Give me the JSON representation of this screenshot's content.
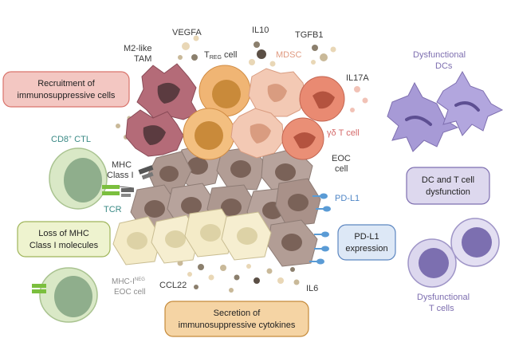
{
  "labels": {
    "m2_tam": "M2-like",
    "m2_tam_2": "TAM",
    "vegfa": "VEGFA",
    "treg": "T",
    "treg_sub": "REG",
    "treg_suffix": " cell",
    "il10": "IL10",
    "tgfb1": "TGFB1",
    "mdsc": "MDSC",
    "il17a": "IL17A",
    "gd_t_cell": "γδ T cell",
    "cd8_ctl": "CD8",
    "cd8_sup": "+",
    "cd8_suffix": " CTL",
    "mhc_class_i_1": "MHC",
    "mhc_class_i_2": "Class I",
    "tcr": "TCR",
    "eoc_cell_1": "EOC",
    "eoc_cell_2": "cell",
    "pd_l1": "PD-L1",
    "mhc_neg_1": "MHC-I",
    "mhc_neg_sup": "NEG",
    "mhc_neg_2": "EOC cell",
    "ccl22": "CCL22",
    "il6": "IL6",
    "dysfunctional_dcs_1": "Dysfunctional",
    "dysfunctional_dcs_2": "DCs",
    "dysfunctional_t_1": "Dysfunctional",
    "dysfunctional_t_2": "T cells"
  },
  "boxes": {
    "recruitment_1": "Recruitment of",
    "recruitment_2": "immunosuppressive cells",
    "loss_mhc_1": "Loss of MHC",
    "loss_mhc_2": "Class I molecules",
    "pd_l1_expr_1": "PD-L1",
    "pd_l1_expr_2": "expression",
    "dc_t_dysf_1": "DC and T cell",
    "dc_t_dysf_2": "dysfunction",
    "secretion_1": "Secretion of",
    "secretion_2": "immunosuppressive cytokines"
  },
  "colors": {
    "recruitment_box": "#f3c7c2",
    "recruitment_border": "#d9736b",
    "loss_box": "#eef3cf",
    "loss_border": "#9fb55a",
    "pdl1_box": "#dde8f6",
    "pdl1_border": "#5c86c0",
    "dc_box": "#ddd8ee",
    "dc_border": "#7e6fb0",
    "secretion_box": "#f5d4a4",
    "secretion_border": "#c58a3a",
    "tumor_cell": "#b7a39c",
    "tumor_nucleus": "#7a6258",
    "mhc_neg_cell": "#f4ebc8",
    "ctl_cell": "#d9e8c6",
    "ctl_nucleus": "#8fae8c",
    "treg": "#f0b574",
    "mdsc": "#f3c9b4",
    "gd_t": "#e98a72",
    "tam": "#b46b78",
    "dc": "#a79ad6",
    "pd_l1": "#5a9bd5",
    "teal_text": "#3b8a86",
    "pink_text": "#d56a6a"
  }
}
